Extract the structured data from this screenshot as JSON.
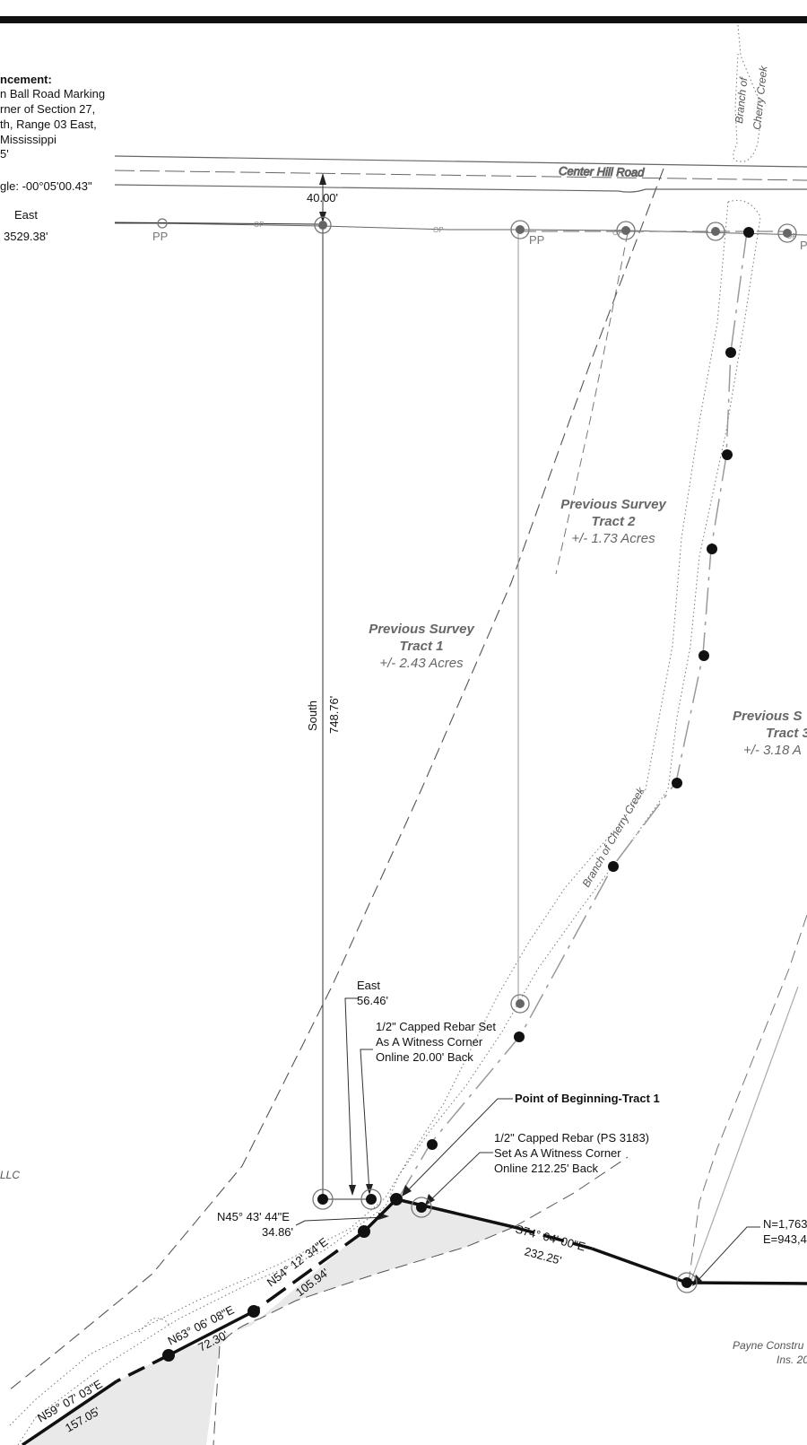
{
  "commencement": {
    "title": "ncement:",
    "lines": [
      "n Ball Road Marking",
      "rner of Section 27,",
      "th, Range 03 East,",
      " Mississippi",
      "5'"
    ],
    "angle": "gle: -00°05'00.43\"",
    "east_label": "East",
    "east_distance": "3529.38'"
  },
  "road": {
    "name": "Center Hill Road"
  },
  "creek": {
    "north_label_1": "Branch of",
    "north_label_2": "Cherry Creek",
    "south_label": "Branch of Cherry Creek"
  },
  "power_poles": {
    "label": "PP",
    "overhead": "OP"
  },
  "dimensions": {
    "north_offset": "40.00'",
    "south_label": "South",
    "south_distance": "748.76'",
    "east_label": "East",
    "east_distance": "56.46'"
  },
  "tracts": [
    {
      "title_1": "Previous Survey",
      "title_2": "Tract 1",
      "acres": "+/- 2.43 Acres"
    },
    {
      "title_1": "Previous Survey",
      "title_2": "Tract 2",
      "acres": "+/- 1.73 Acres"
    },
    {
      "title_1": "Previous S",
      "title_2": "Tract 3",
      "acres": "+/- 3.18 A"
    }
  ],
  "notes": {
    "witness_1": [
      "1/2\" Capped Rebar Set",
      "As A Witness Corner",
      "Online 20.00' Back"
    ],
    "pob": "Point of Beginning-Tract 1",
    "witness_2": [
      "1/2\" Capped Rebar (PS 3183)",
      "Set As A Witness Corner",
      "Online 212.25' Back"
    ],
    "coords": [
      "N=1,763",
      "E=943,4"
    ]
  },
  "courses": [
    {
      "bearing": "N45° 43' 44\"E",
      "distance": "34.86'"
    },
    {
      "bearing": "N54° 12' 34\"E",
      "distance": "105.94'"
    },
    {
      "bearing": "N63° 06' 08\"E",
      "distance": "72.30'"
    },
    {
      "bearing": "N59° 07' 03\"E",
      "distance": "157.05'"
    },
    {
      "bearing": "S74° 04' 00\"E",
      "distance": "232.25'"
    }
  ],
  "edge_text": {
    "llc": "LLC",
    "payne_1": "Payne Constru",
    "payne_2": "Ins. 20"
  }
}
